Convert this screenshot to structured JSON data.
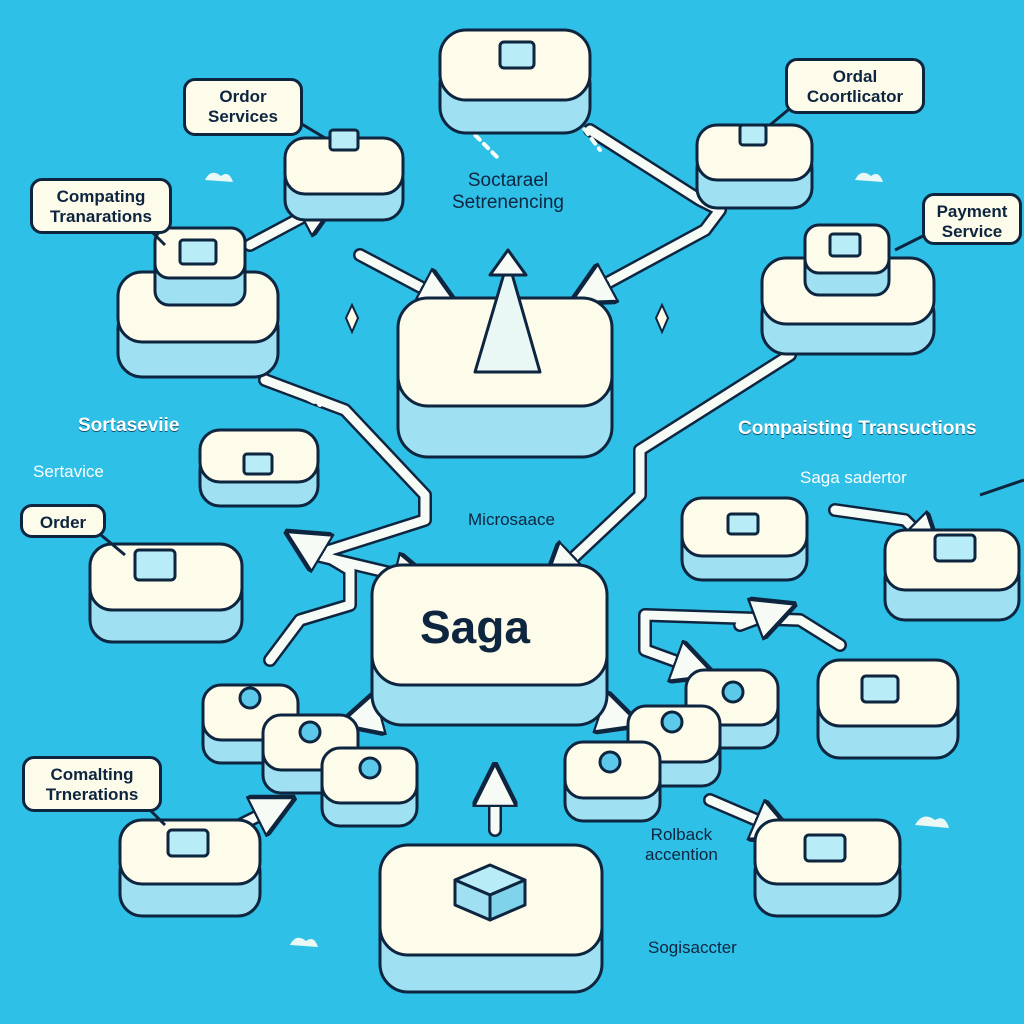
{
  "colors": {
    "background": "#2ec0e6",
    "outline": "#0e2540",
    "box_top": "#fdfbe9",
    "box_side": "#9fe1f2",
    "arrow": "#f6fbf6",
    "inner": "#b8ecf7"
  },
  "callouts": {
    "order_services": "Ordor\nServices",
    "ordal_coordinator": "Ordal\nCoortlicator",
    "compating_tranarations": "Compating\nTranarations",
    "payment_service": "Payment\nService",
    "order": "Order",
    "comalting_trnerations": "Comalting\nTrnerations"
  },
  "labels": {
    "sectarael": "Soctarael\nSetrenencing",
    "sortaseviie": "Sortaseviie",
    "sertavice": "Sertavice",
    "microsaace": "Microsaace",
    "compaisting": "Compaisting Transuctions",
    "saga_sadertor": "Saga sadertor",
    "rolback": "Rolback\naccention",
    "sogisaccter": "Sogisaccter"
  },
  "center": {
    "saga_title": "Saga"
  }
}
